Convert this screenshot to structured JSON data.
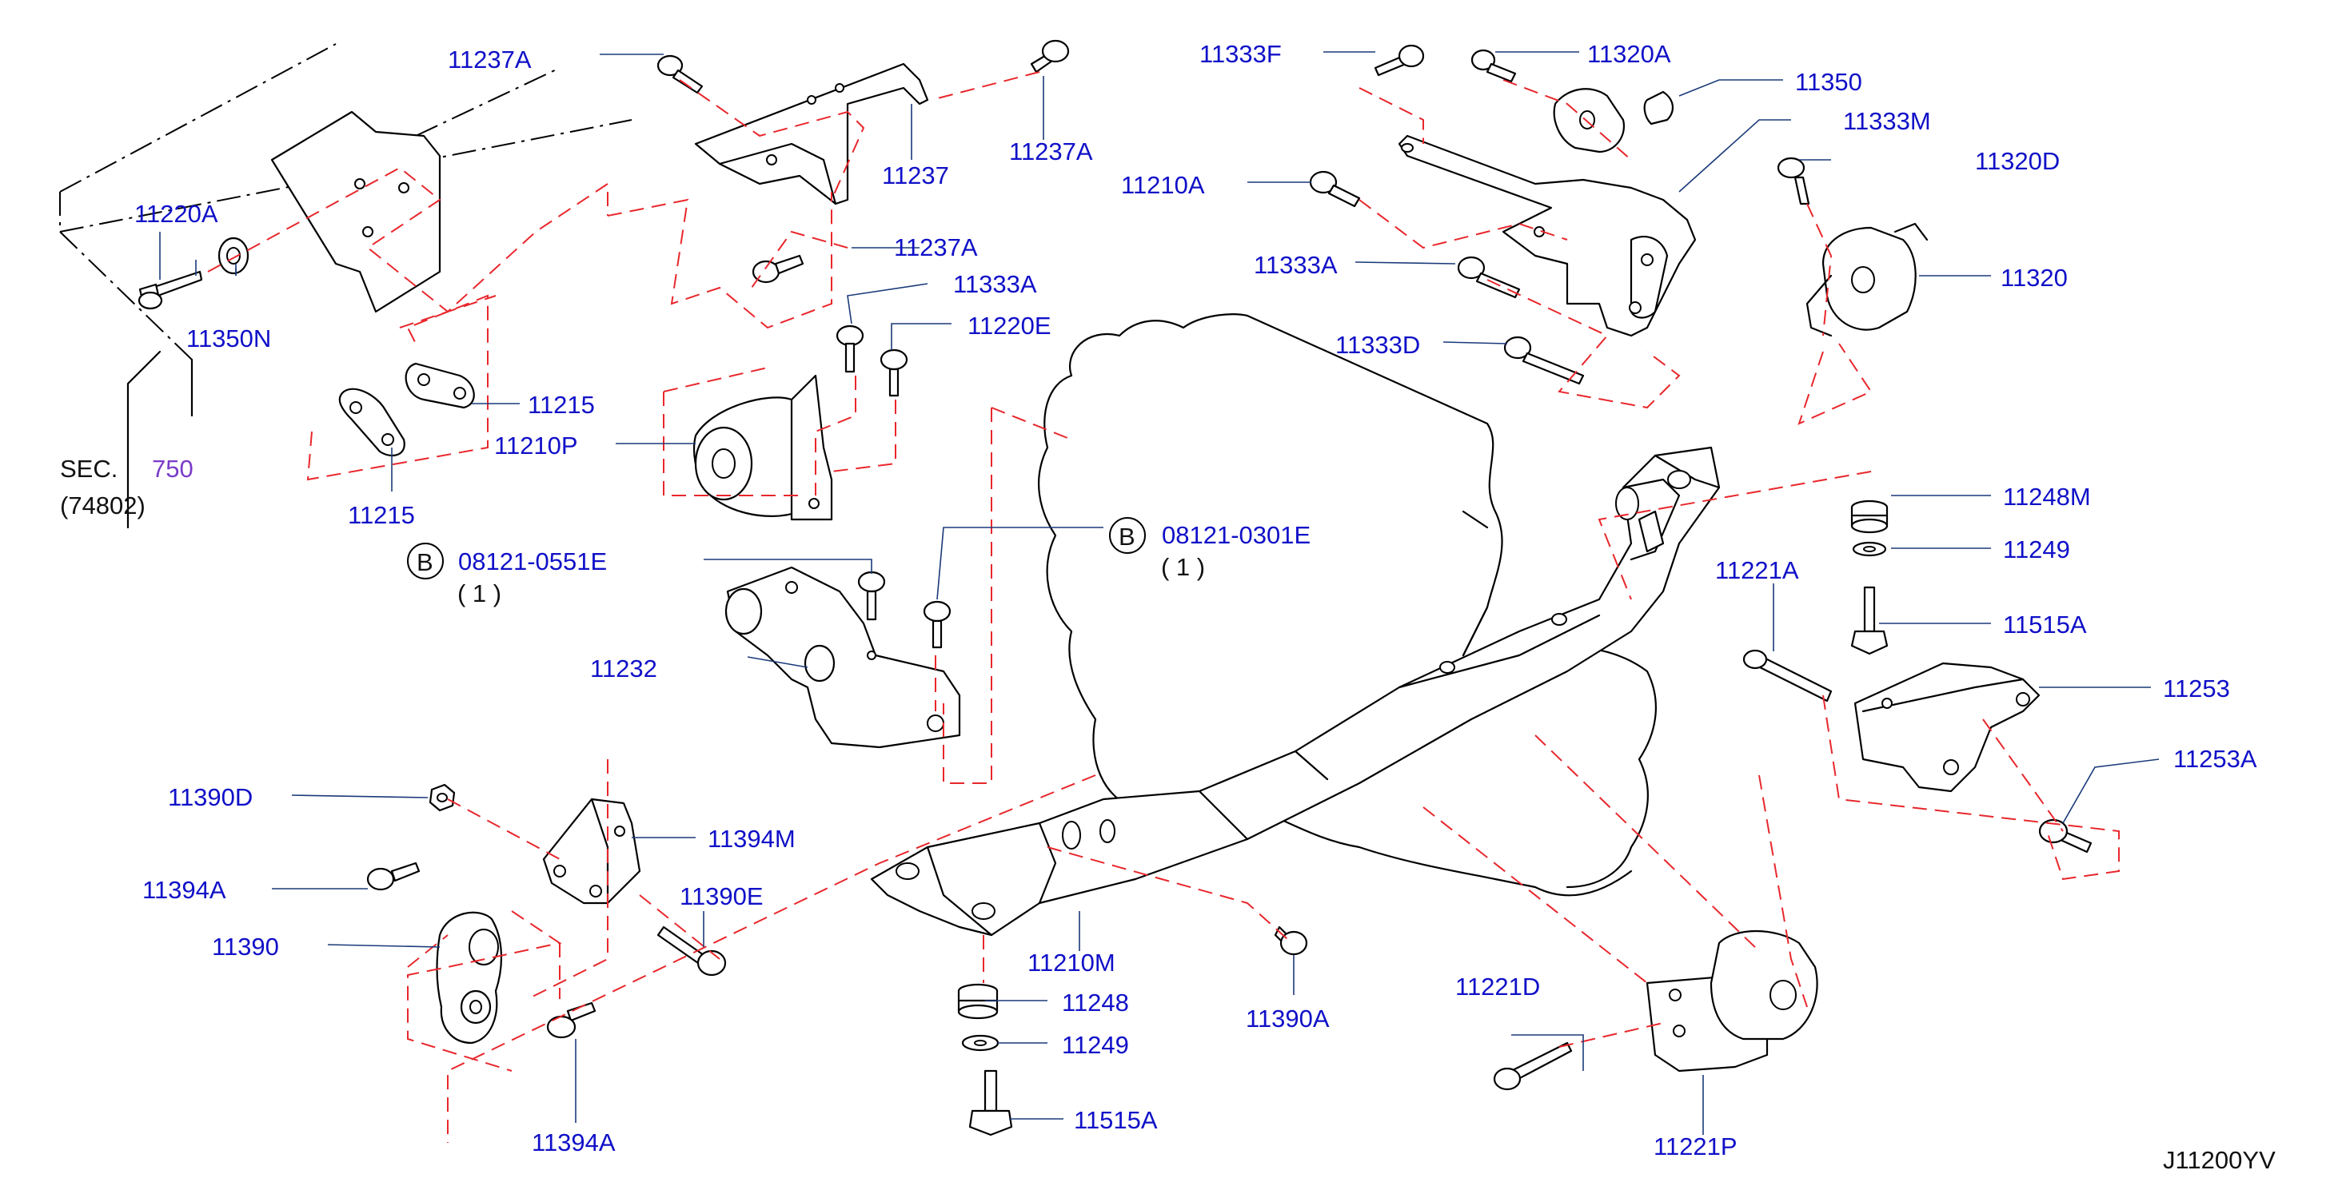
{
  "labels": {
    "p11237A_1": "11237A",
    "p11237A_2": "11237A",
    "p11237A_3": "11237A",
    "p11237": "11237",
    "p11220A": "11220A",
    "p11350N": "11350N",
    "p11215_1": "11215",
    "p11215_2": "11215",
    "p11210P": "11210P",
    "p11333A_1": "11333A",
    "p11333A_2": "11333A",
    "p11220E": "11220E",
    "p11333F": "11333F",
    "p11320A": "11320A",
    "p11350": "11350",
    "p11333M": "11333M",
    "p11210A": "11210A",
    "p11320D": "11320D",
    "p11320": "11320",
    "p11333D": "11333D",
    "p11248M": "11248M",
    "p11249_1": "11249",
    "p11515A_1": "11515A",
    "p11221A": "11221A",
    "p11253": "11253",
    "p11253A": "11253A",
    "p11232": "11232",
    "p11390D": "11390D",
    "p11394M": "11394M",
    "p11394A_1": "11394A",
    "p11390E": "11390E",
    "p11390": "11390",
    "p11394A_2": "11394A",
    "p11210M": "11210M",
    "p11248": "11248",
    "p11249_2": "11249",
    "p11515A_2": "11515A",
    "p11390A": "11390A",
    "p11221D": "11221D",
    "p11221P": "11221P"
  },
  "sec_ref": {
    "prefix": "SEC.",
    "number": "750",
    "sub": "(74802)"
  },
  "bolt_callouts": {
    "left": {
      "badge": "B",
      "part": "08121-0551E",
      "qty": "( 1 )"
    },
    "right": {
      "badge": "B",
      "part": "08121-0301E",
      "qty": "( 1 )"
    }
  },
  "diagram_code": "J11200YV",
  "colors": {
    "part_number_text": "#1010c8",
    "section_number_text": "#7a3cc8",
    "dashed_guides": "#e8272c",
    "leader_lines": "#1a3a7a",
    "line_art": "#000000"
  }
}
